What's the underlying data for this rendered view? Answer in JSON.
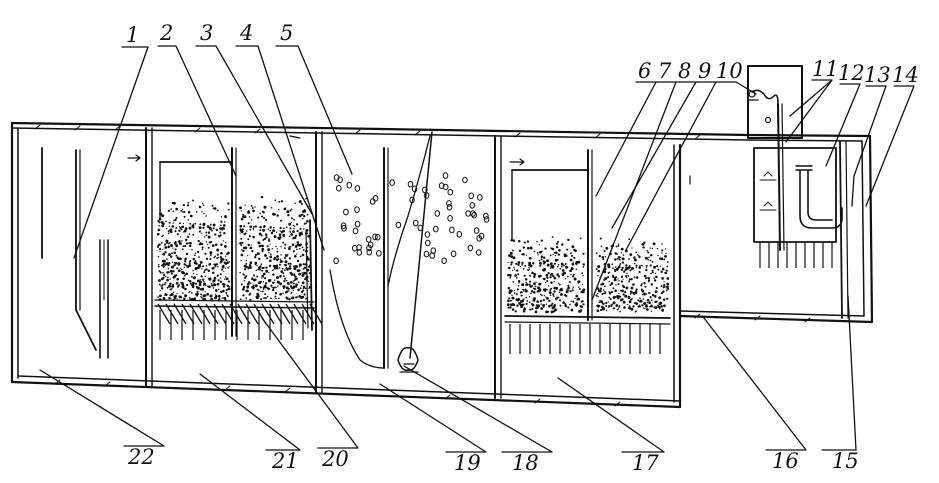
{
  "diagram": {
    "labels": [
      "1",
      "2",
      "3",
      "4",
      "5",
      "6",
      "7",
      "8",
      "9",
      "10",
      "11",
      "12",
      "13",
      "14",
      "15",
      "16",
      "17",
      "18",
      "19",
      "20",
      "21",
      "22"
    ],
    "colors": {
      "ink": "#111111",
      "background": "#ffffff"
    }
  }
}
